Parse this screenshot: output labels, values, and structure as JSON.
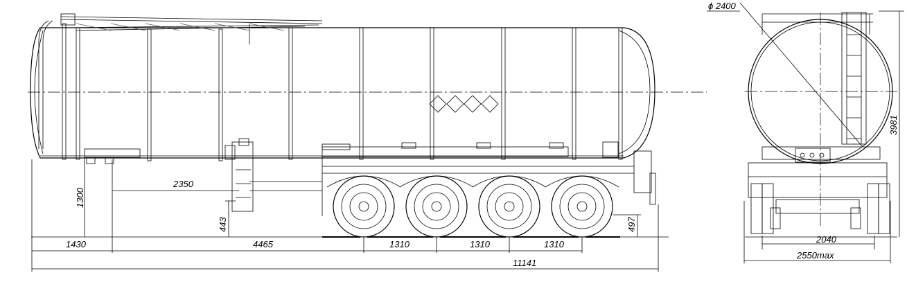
{
  "side_view": {
    "dimensions": {
      "height_top_frame": "1300",
      "kingpin_offset": "2350",
      "kingpin_height": "443",
      "front_overhang": "1430",
      "kingpin_to_axle": "4465",
      "axle_spacing_1": "1310",
      "axle_spacing_2": "1310",
      "axle_spacing_3": "1310",
      "rear_height": "497",
      "overall_length": "11141"
    }
  },
  "rear_view": {
    "dimensions": {
      "tank_diameter": "ϕ 2400",
      "overall_height": "3981",
      "track_width": "2040",
      "overall_width": "2550max"
    }
  }
}
